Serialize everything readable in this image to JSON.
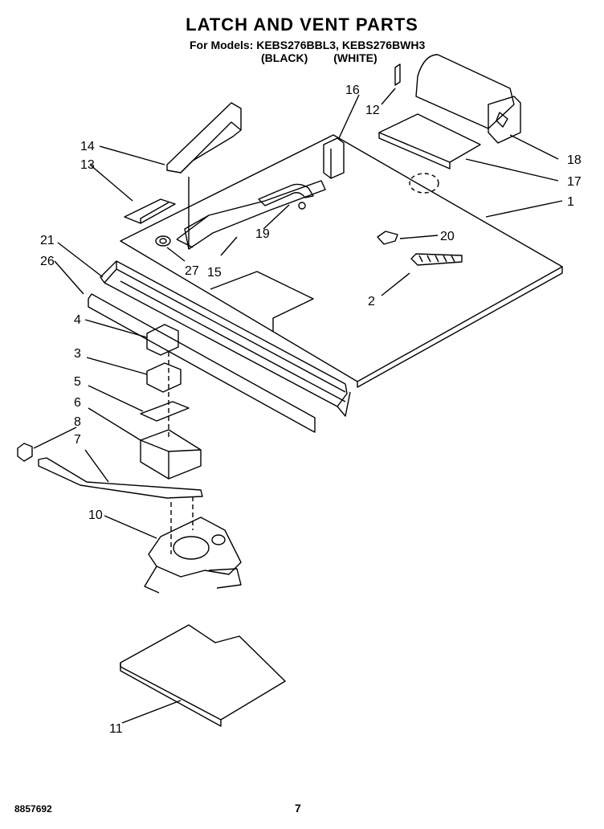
{
  "header": {
    "title": "LATCH AND VENT PARTS",
    "models_line": "For Models: KEBS276BBL3, KEBS276BWH3",
    "variants_line": "(BLACK) (WHITE)"
  },
  "callouts": [
    "1",
    "2",
    "3",
    "4",
    "5",
    "6",
    "7",
    "8",
    "10",
    "11",
    "12",
    "13",
    "14",
    "15",
    "16",
    "17",
    "18",
    "19",
    "20",
    "21",
    "26",
    "27"
  ],
  "footer": {
    "code": "8857692",
    "page": "7"
  }
}
